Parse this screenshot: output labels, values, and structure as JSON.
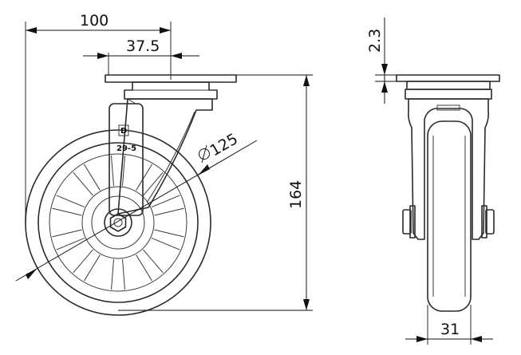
{
  "dimensions": {
    "overall_width": "100",
    "plate_offset": "37.5",
    "wheel_diameter": "125",
    "overall_height": "164",
    "plate_thickness": "2.3",
    "wheel_width": "31"
  },
  "markings": {
    "logo_letter": "D",
    "part_code": "29-5"
  },
  "colors": {
    "line": "#2a2a2a",
    "background": "#ffffff"
  }
}
